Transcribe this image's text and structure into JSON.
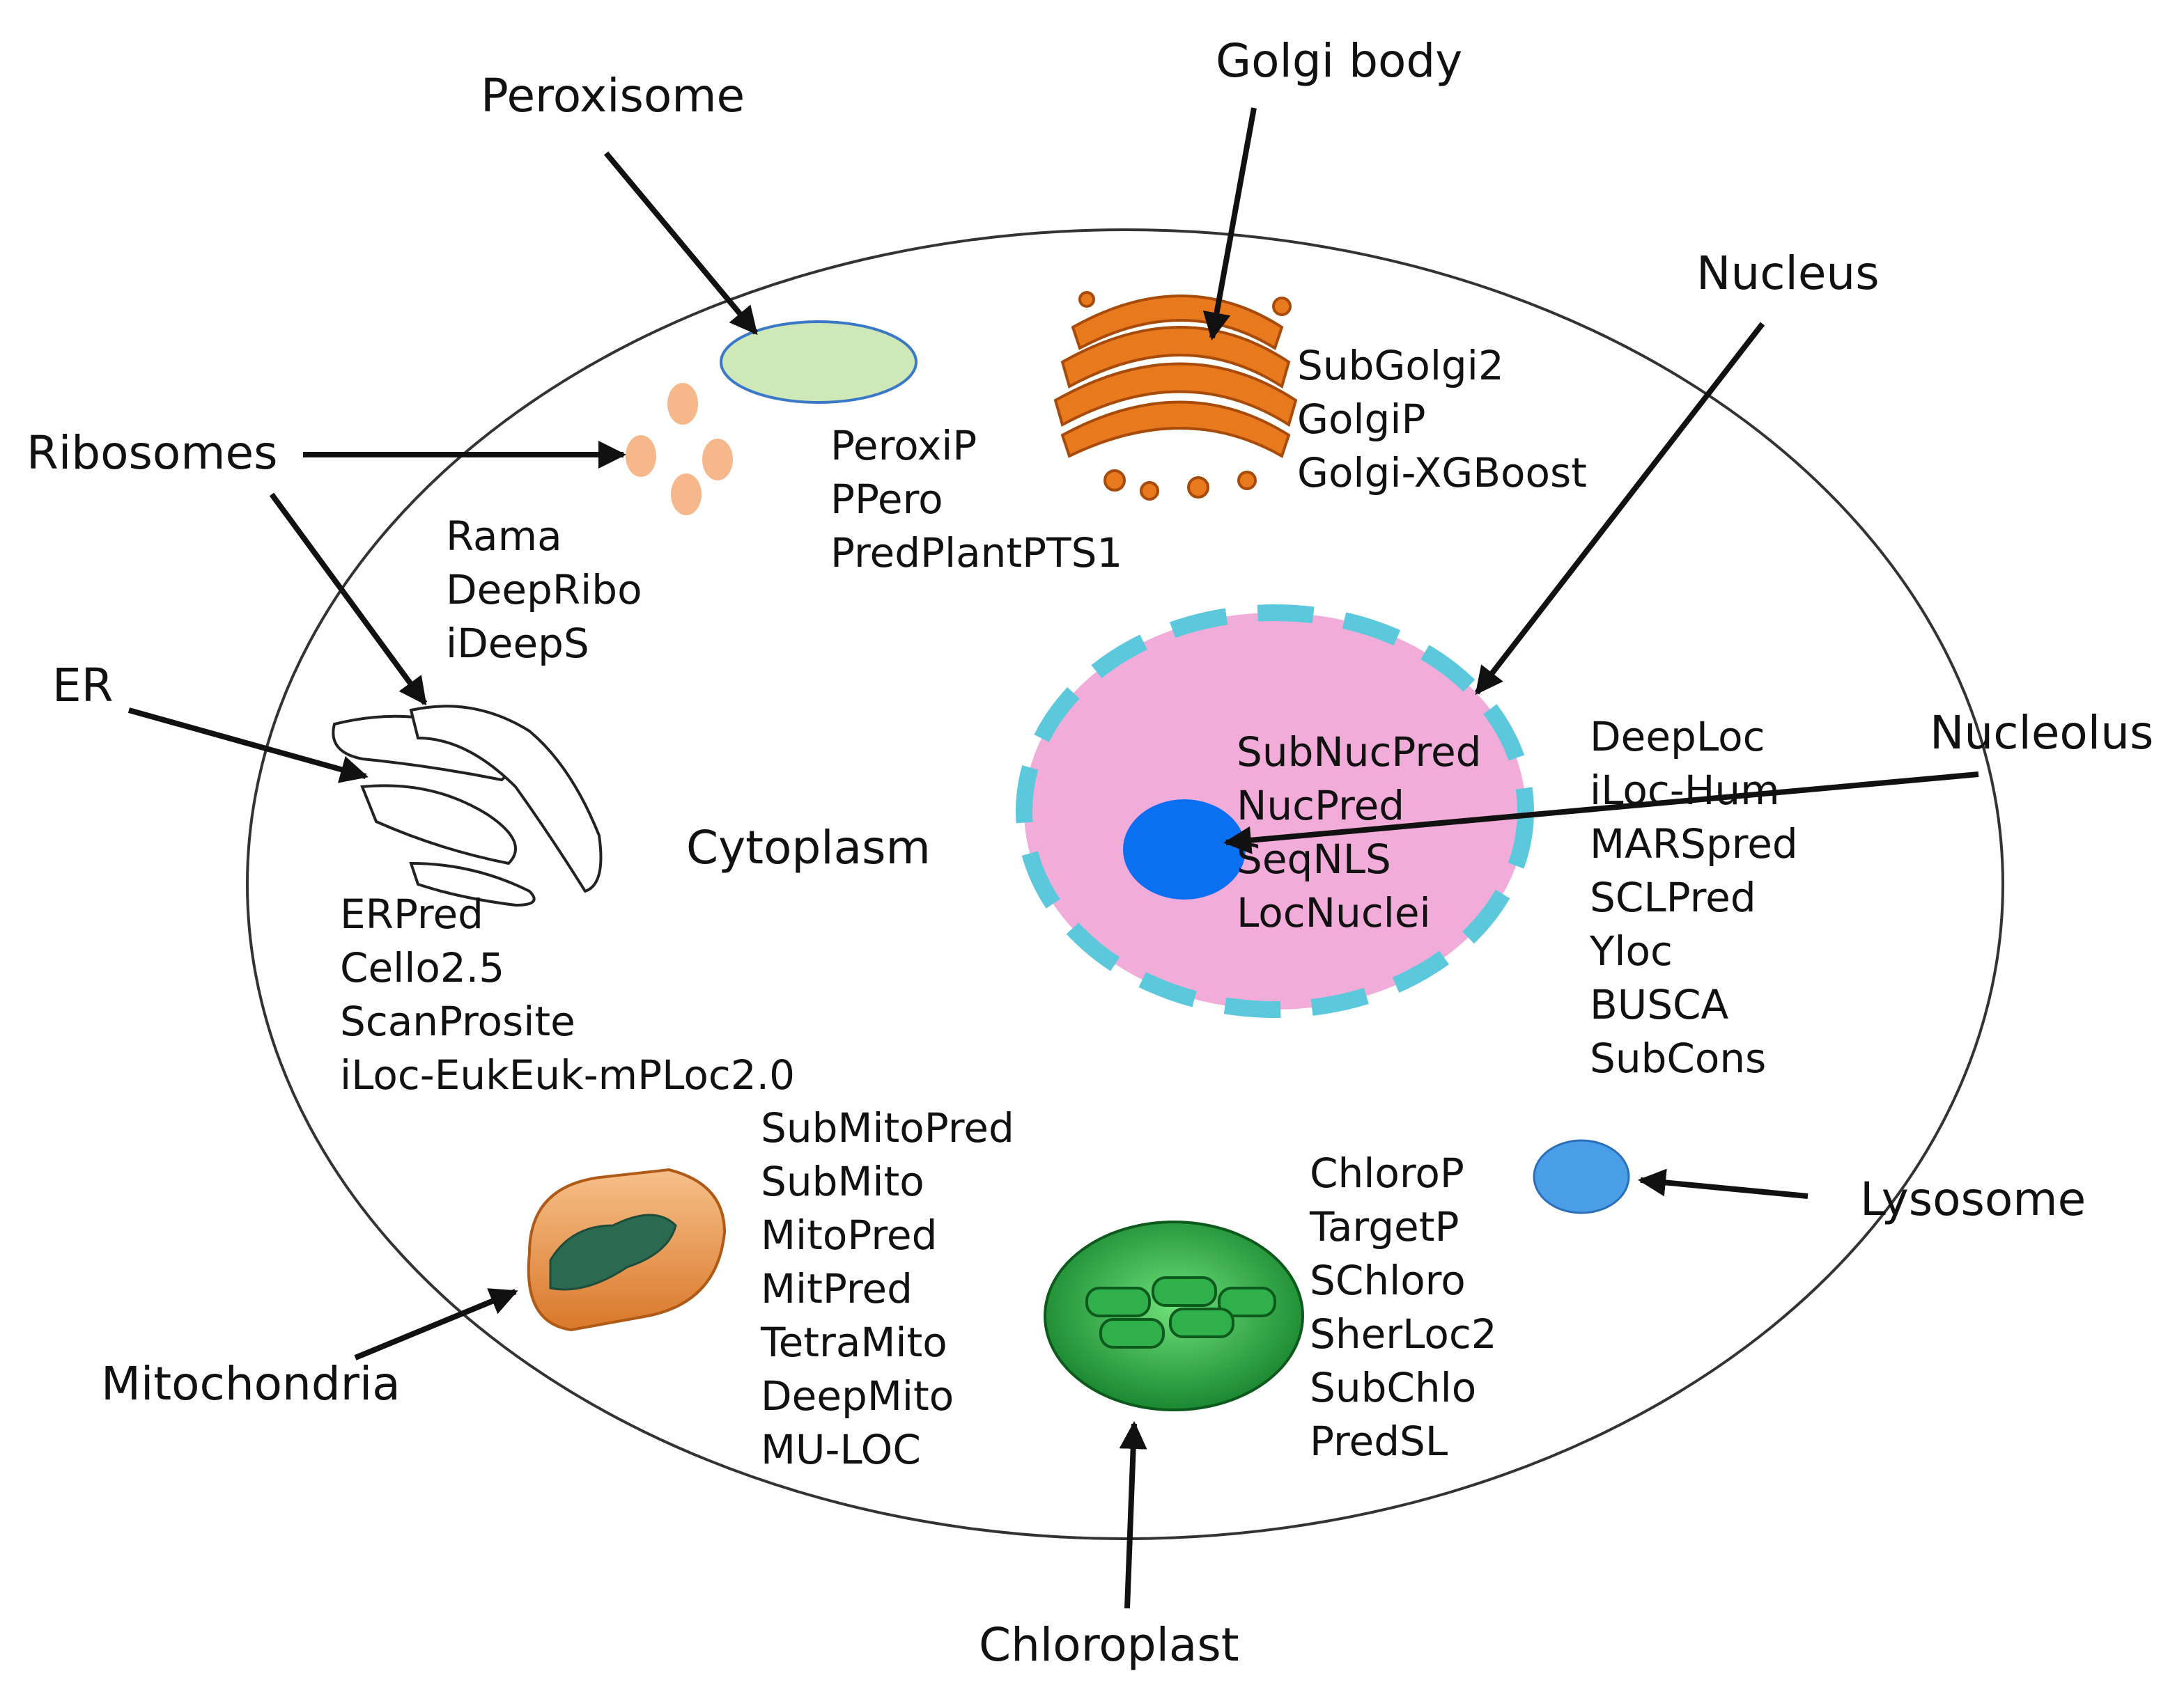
{
  "labels": {
    "peroxisome": "Peroxisome",
    "golgi": "Golgi body",
    "nucleus": "Nucleus",
    "ribosomes": "Ribosomes",
    "er": "ER",
    "nucleolus": "Nucleolus",
    "cytoplasm": "Cytoplasm",
    "lysosome": "Lysosome",
    "mitochondria": "Mitochondria",
    "chloroplast": "Chloroplast"
  },
  "tools": {
    "peroxisome": [
      "PeroxiP",
      "PPero",
      "PredPlantPTS1"
    ],
    "golgi": [
      "SubGolgi2",
      "GolgiP",
      "Golgi-XGBoost"
    ],
    "ribosomes": [
      "Rama",
      "DeepRibo",
      "iDeepS"
    ],
    "er": [
      "ERPred",
      "Cello2.5",
      "ScanProsite",
      "iLoc-EukEuk-mPLoc2.0"
    ],
    "nucleolus": [
      "SubNucPred",
      "NucPred",
      "SeqNLS",
      "LocNuclei"
    ],
    "nucleus": [
      "DeepLoc",
      "iLoc-Hum",
      "MARSpred",
      "SCLPred",
      "Yloc",
      "BUSCA",
      "SubCons"
    ],
    "mitochondria": [
      "SubMitoPred",
      "SubMito",
      "MitoPred",
      "MitPred",
      "TetraMito",
      "DeepMito",
      "MU-LOC"
    ],
    "chloroplast": [
      "ChloroP",
      "TargetP",
      "SChloro",
      "SherLoc2",
      "SubChlo",
      "PredSL"
    ]
  },
  "colors": {
    "nucleus_fill": "#f2acd9",
    "nucleus_border": "#5bc8dc",
    "nucleolus": "#0a6ff0",
    "peroxisome_fill": "#cfe8b8",
    "peroxisome_border": "#3a78c8",
    "ribosome": "#f6b88a",
    "lysosome": "#4a9ee8",
    "golgi": "#e8791c",
    "mitochondria": "#f0a050",
    "chloroplast": "#2fb04a"
  }
}
